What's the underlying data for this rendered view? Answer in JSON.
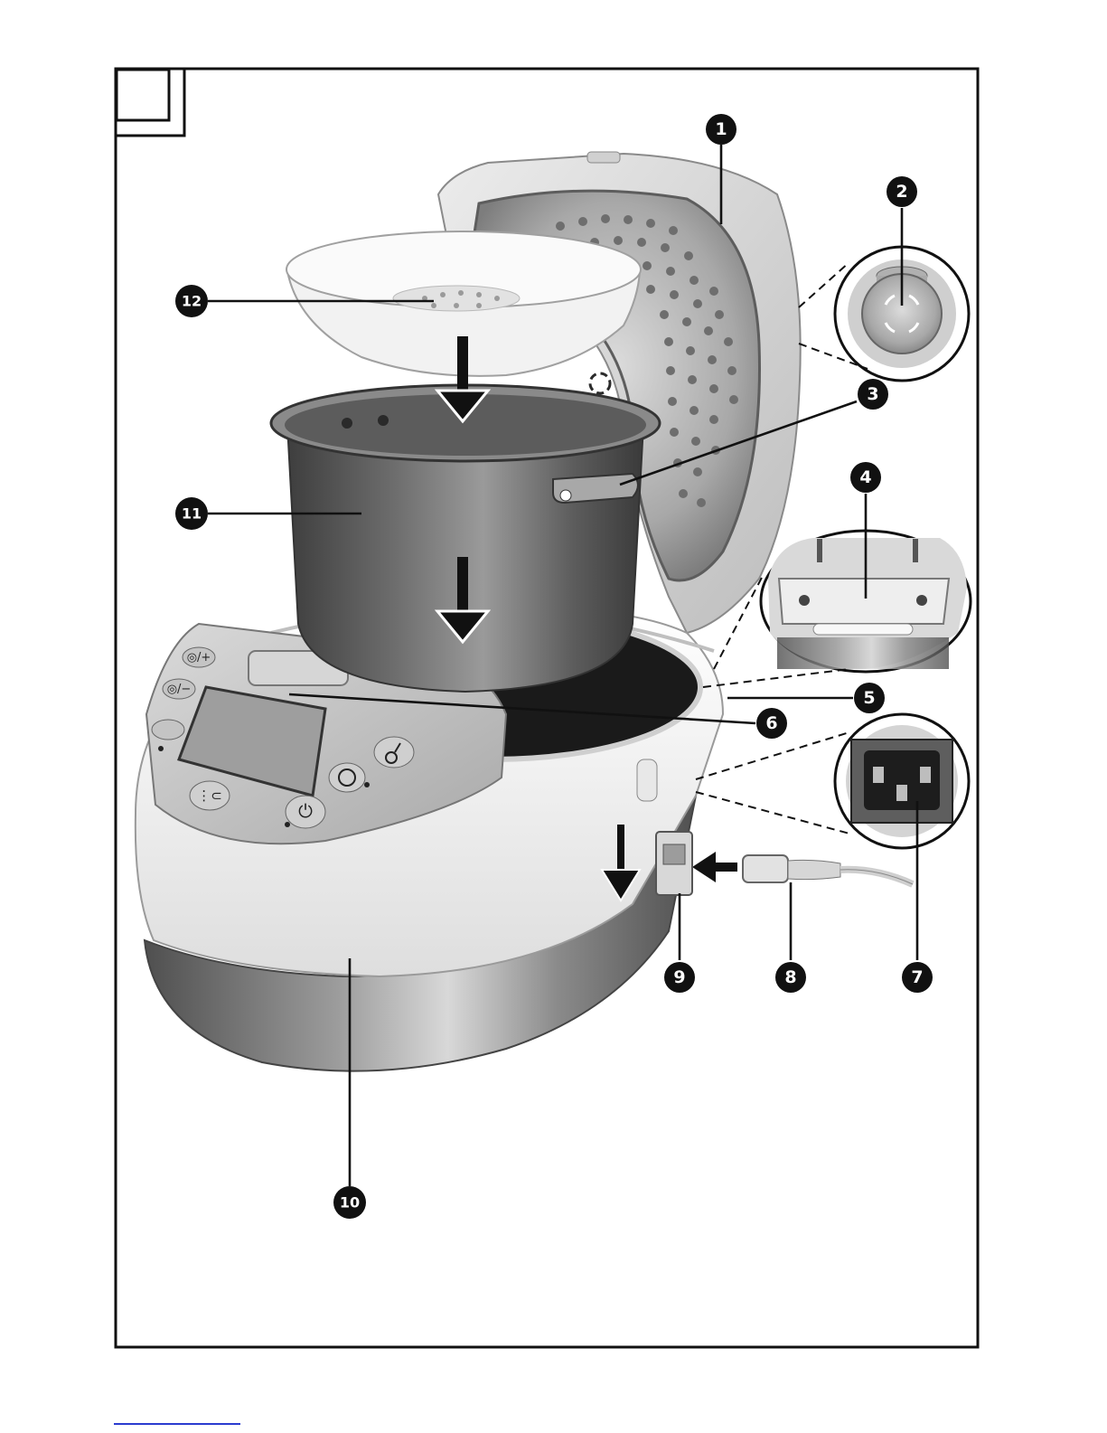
{
  "figure": {
    "label_box_text": "",
    "callouts": [
      {
        "id": "1",
        "text": "1"
      },
      {
        "id": "2",
        "text": "2"
      },
      {
        "id": "3",
        "text": "3"
      },
      {
        "id": "4",
        "text": "4"
      },
      {
        "id": "5",
        "text": "5"
      },
      {
        "id": "6",
        "text": "6"
      },
      {
        "id": "7",
        "text": "7"
      },
      {
        "id": "8",
        "text": "8"
      },
      {
        "id": "9",
        "text": "9"
      },
      {
        "id": "10",
        "text": "10"
      },
      {
        "id": "11",
        "text": "11"
      },
      {
        "id": "12",
        "text": "12"
      }
    ],
    "colors": {
      "ink": "#111111",
      "white_body": "#f3f3f3",
      "steel_dark": "#6a6a6a",
      "steel_light": "#b9b9b9",
      "panel_gray": "#c9c9c9",
      "lcd": "#9a9a9a",
      "link_blue": "#2b3ccf"
    }
  }
}
